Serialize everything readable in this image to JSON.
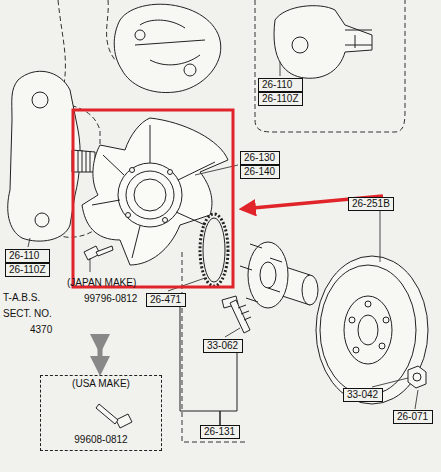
{
  "diagram": {
    "nodes": [
      {
        "text": [
          "26-110"
        ]
      },
      {
        "text": [
          "26-110Z"
        ]
      },
      {
        "text": [
          "26-130"
        ]
      },
      {
        "text": [
          "26-140"
        ]
      },
      {
        "text": [
          "26-251B"
        ]
      },
      {
        "text": [
          "26-110"
        ]
      },
      {
        "text": [
          "26-110Z"
        ]
      },
      {
        "text": [
          "26-471"
        ]
      },
      {
        "text": [
          "33-062"
        ]
      },
      {
        "text": [
          "26-131"
        ]
      },
      {
        "text": [
          "33-042"
        ]
      },
      {
        "text": [
          "26-071"
        ]
      },
      {
        "text": [
          "(USA MAKE)",
          "99608-0812"
        ]
      }
    ],
    "edges": [
      {
        "from": 7,
        "to": 9,
        "arrow": "none"
      },
      {
        "from": 8,
        "to": 9,
        "arrow": "none"
      }
    ],
    "labels": [
      "T-A.B.S.",
      "SECT. NO.",
      "4370",
      "(JAPAN MAKE)",
      "99796-0812"
    ]
  }
}
